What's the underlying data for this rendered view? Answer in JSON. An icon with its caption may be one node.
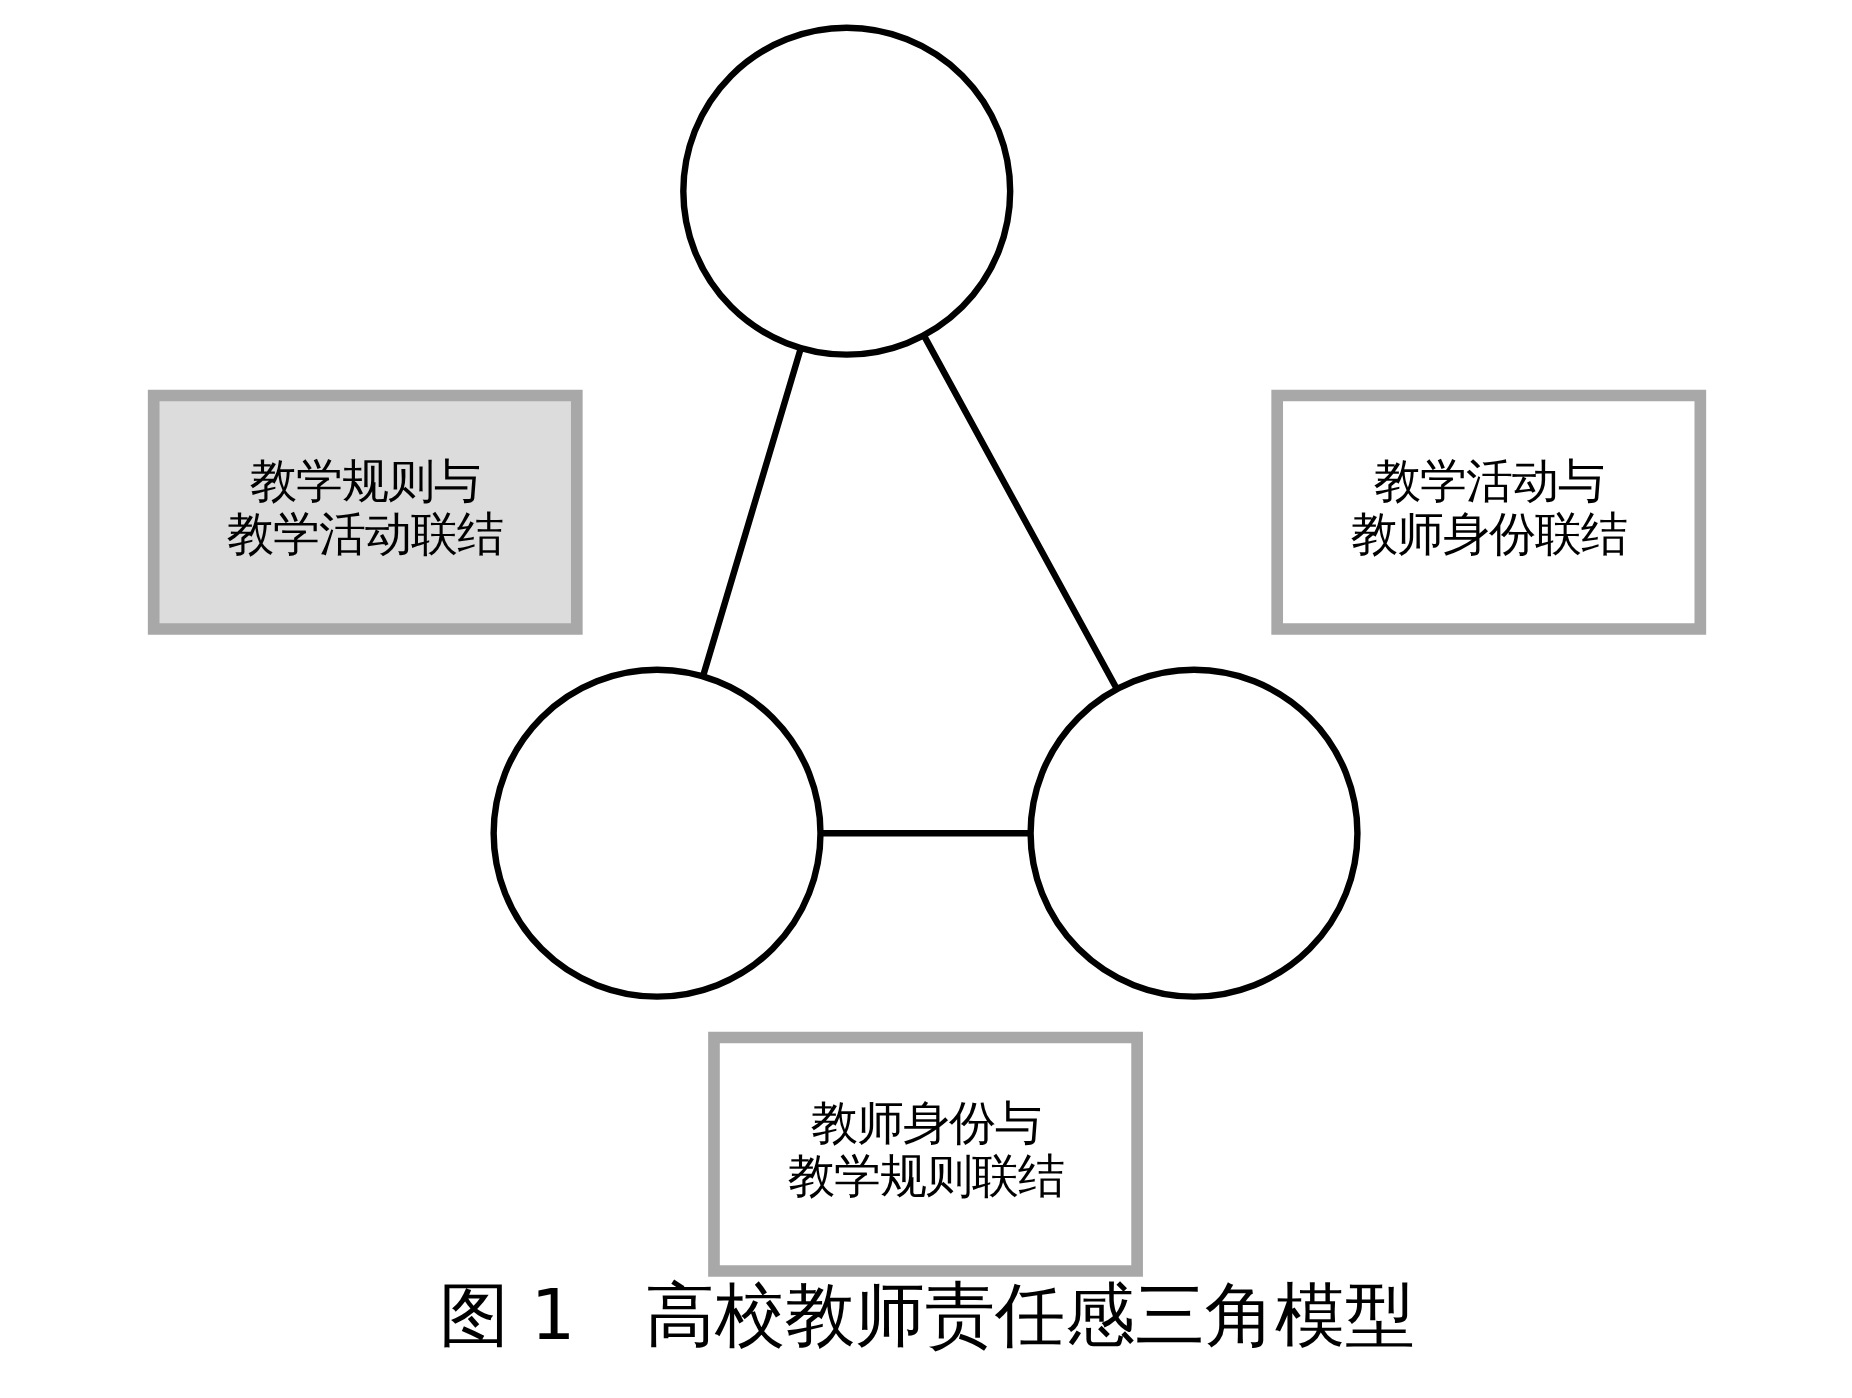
{
  "diagram": {
    "caption": "图 1　高校教师责任感三角模型",
    "nodes": [
      {
        "text": [],
        "shape": "circle"
      },
      {
        "text": [
          "教学规则与教学活动联结"
        ]
      },
      {
        "text": [
          "教学活动与教师身份联结"
        ]
      },
      {
        "text": [],
        "shape": "circle"
      },
      {
        "text": [],
        "shape": "circle"
      },
      {
        "text": [
          "教师身份与教学规则联结"
        ]
      }
    ],
    "edges": [
      {
        "from": 0,
        "to": 3,
        "arrow": "none"
      },
      {
        "from": 0,
        "to": 4,
        "arrow": "none"
      },
      {
        "from": 3,
        "to": 4,
        "arrow": "none"
      }
    ]
  }
}
